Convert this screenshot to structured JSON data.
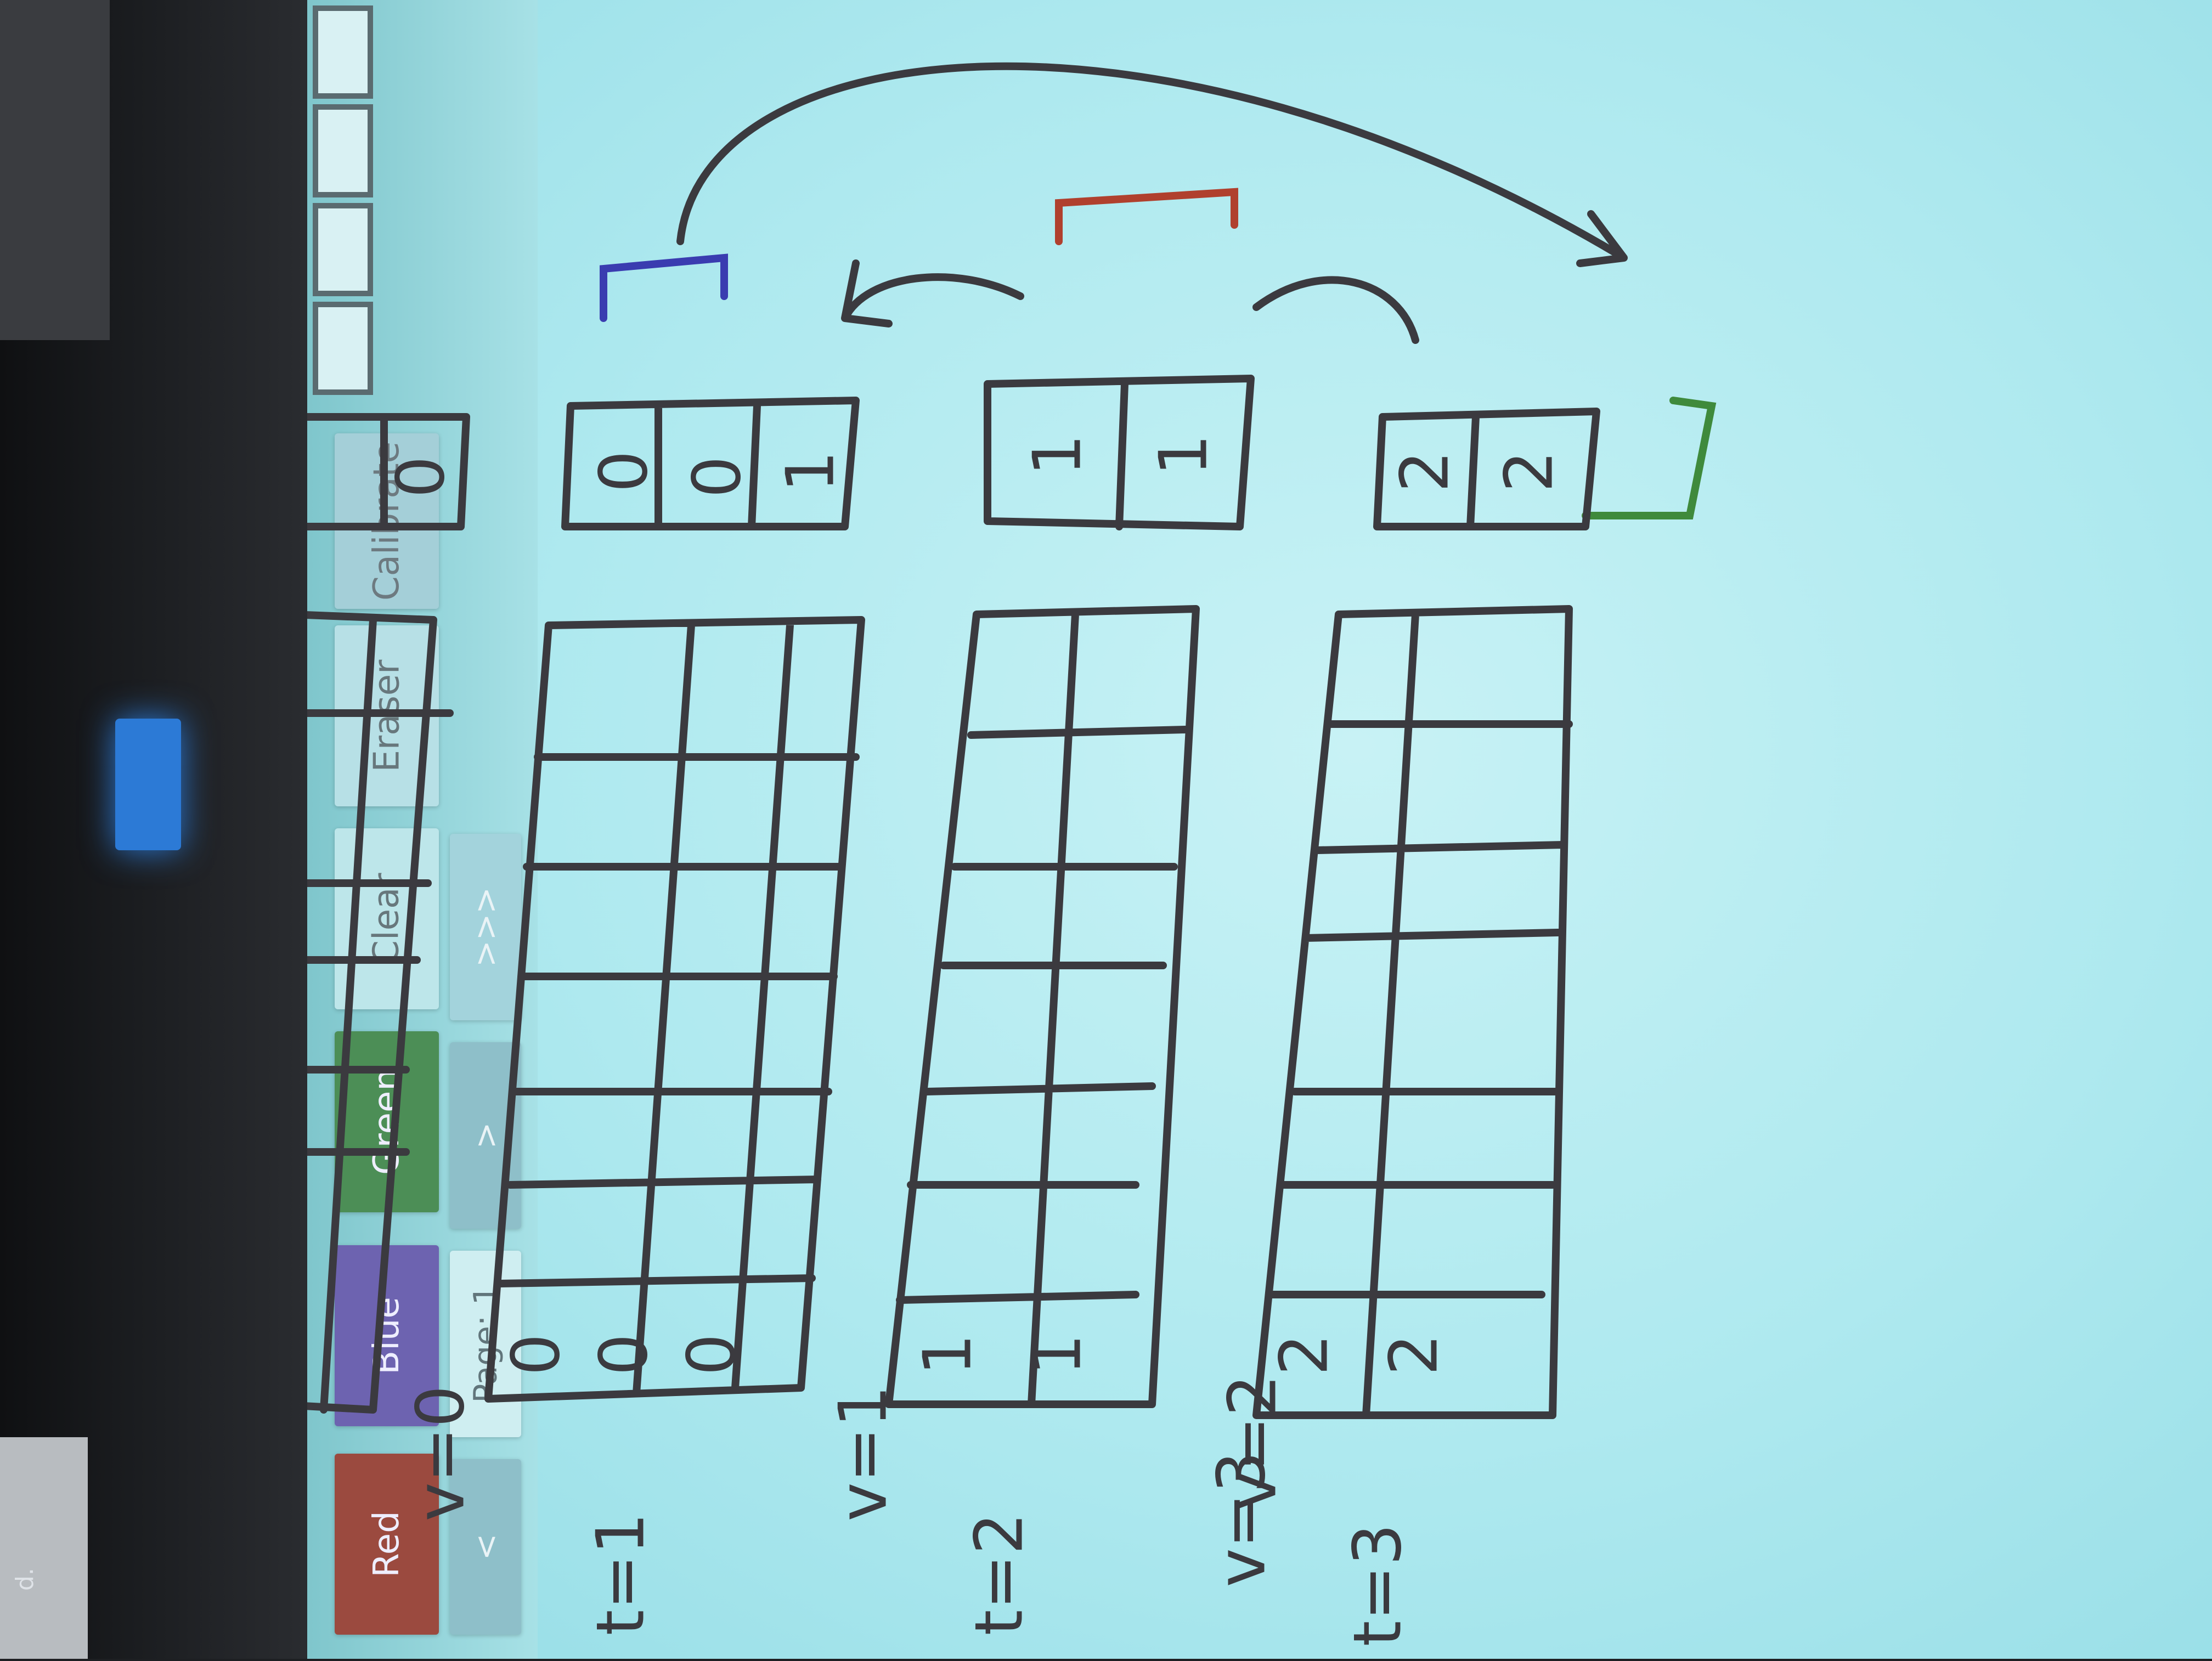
{
  "corner_text": "d.",
  "toolbar": {
    "colors": {
      "red": "#9b4a3f",
      "blue": "#6d63b0",
      "green": "#4c8e56"
    },
    "buttons": {
      "red": "Red",
      "blue": "Blue",
      "green": "Green",
      "clear": "Clear",
      "eraser": "Eraser",
      "calibrate": "Calibrate"
    },
    "nav": {
      "prev": "<",
      "page": "Page: 1",
      "next": ">",
      "fast_forward": ">>>"
    }
  },
  "board": {
    "labels": {
      "v0": "v=0",
      "v1": "v=1",
      "v2": "v=2",
      "v3": "v=3",
      "t1": "t=1",
      "t2": "t=2",
      "t3": "t=3"
    },
    "cells": {
      "table1_top": [
        "0",
        "0",
        "1"
      ],
      "table1_bottom": [
        "0",
        "0",
        "0"
      ],
      "table2_top": [
        "1",
        "1"
      ],
      "table2_bottom": [
        "1",
        "1"
      ],
      "table3_top": [
        "2",
        "2"
      ],
      "table3_bottom": [
        "2",
        "2"
      ],
      "top_left_cell": "0"
    }
  }
}
